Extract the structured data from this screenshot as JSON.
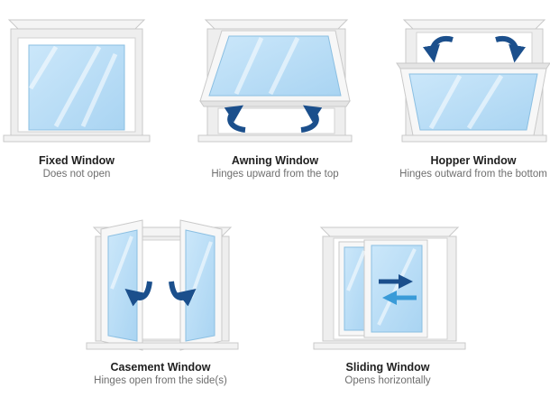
{
  "colors": {
    "frame": "#eeeeee",
    "frame_edge": "#c9c9c9",
    "glass": "#bfe0f7",
    "glass_edge": "#8bbfe2",
    "arrow_dark": "#1b4f8c",
    "arrow_light": "#3a9bd8"
  },
  "windows": [
    {
      "title": "Fixed Window",
      "subtitle": "Does not open"
    },
    {
      "title": "Awning Window",
      "subtitle": "Hinges upward from the top",
      "icons": [
        "curved-arrow-icon",
        "curved-arrow-icon"
      ]
    },
    {
      "title": "Hopper Window",
      "subtitle": "Hinges outward from the bottom",
      "icons": [
        "curved-arrow-icon",
        "curved-arrow-icon"
      ]
    },
    {
      "title": "Casement Window",
      "subtitle": "Hinges open from the side(s)",
      "icons": [
        "curved-arrow-icon",
        "curved-arrow-icon"
      ]
    },
    {
      "title": "Sliding Window",
      "subtitle": "Opens horizontally",
      "icons": [
        "arrow-right-icon",
        "arrow-left-icon"
      ]
    }
  ]
}
